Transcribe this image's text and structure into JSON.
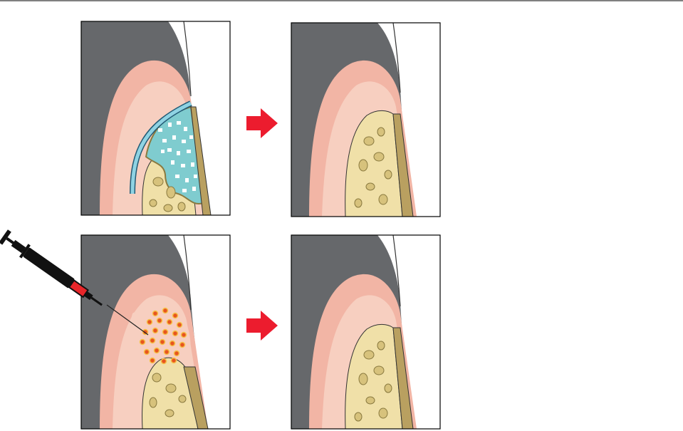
{
  "figure": {
    "panels": [
      {
        "id": "before-membrane",
        "stage": "before",
        "treatment": "barrier-membrane-graft"
      },
      {
        "id": "after-membrane",
        "stage": "after",
        "treatment": "regenerated-bone"
      },
      {
        "id": "before-injection",
        "stage": "before",
        "treatment": "injected-particles"
      },
      {
        "id": "after-injection",
        "stage": "after",
        "treatment": "regenerated-bone"
      }
    ],
    "arrows": [
      {
        "from": "before-membrane",
        "to": "after-membrane"
      },
      {
        "from": "before-injection",
        "to": "after-injection"
      }
    ]
  },
  "colors": {
    "gum_dark": "#66686b",
    "gum_pink": "#f2b5a5",
    "gum_light": "#f7cfc0",
    "bone": "#f0e0a8",
    "bone_holes": "#d7c27c",
    "root": "#b9a060",
    "membrane": "#8fd3e3",
    "graft": "#7fcccf",
    "particle": "#e8551f",
    "particle_core": "#f6c24a",
    "arrow": "#ec1c2e",
    "syringe_barrel": "#111111",
    "syringe_liquid": "#e8262a"
  },
  "icons": {
    "syringe": "syringe-icon",
    "arrow": "right-arrow-icon"
  }
}
